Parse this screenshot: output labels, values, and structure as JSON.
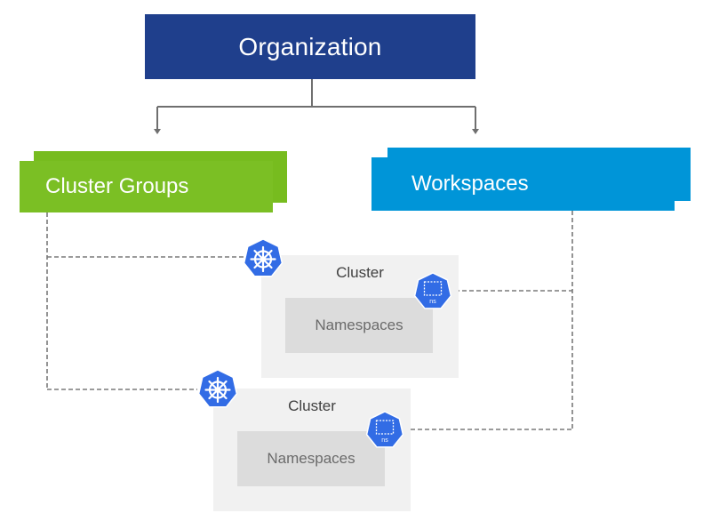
{
  "organization": {
    "label": "Organization"
  },
  "cluster_groups": {
    "label": "Cluster Groups"
  },
  "workspaces": {
    "label": "Workspaces"
  },
  "clusters": [
    {
      "title": "Cluster",
      "namespaces": "Namespaces",
      "ns_badge": "ns"
    },
    {
      "title": "Cluster",
      "namespaces": "Namespaces",
      "ns_badge": "ns"
    }
  ],
  "colors": {
    "organization": "#1f3f8c",
    "cluster_groups": "#7bbf24",
    "workspaces": "#0095d8",
    "kubernetes": "#326ce5"
  }
}
